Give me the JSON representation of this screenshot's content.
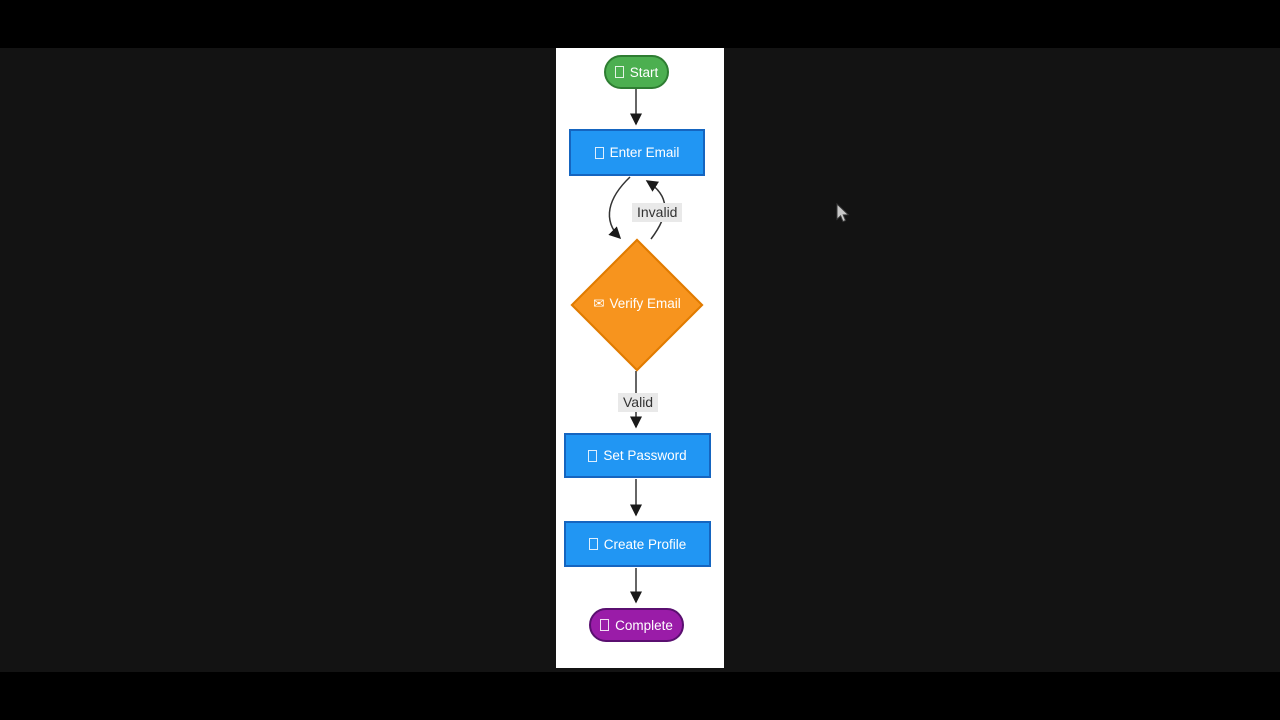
{
  "scene": {
    "description": "video frame showing a vertical flowchart on white canvas",
    "cursor_visible": true
  },
  "flowchart": {
    "nodes": {
      "start": {
        "label": "Start",
        "shape": "stadium",
        "fill": "#4caf50",
        "border": "#2e7d32",
        "icon": "missing-glyph-box"
      },
      "enter_email": {
        "label": "Enter Email",
        "shape": "rect",
        "fill": "#2196f3",
        "border": "#1565c0",
        "icon": "missing-glyph-box"
      },
      "verify_email": {
        "label": "Verify Email",
        "shape": "diamond",
        "fill": "#f7941e",
        "border": "#e07b00",
        "icon": "✉"
      },
      "set_password": {
        "label": "Set Password",
        "shape": "rect",
        "fill": "#2196f3",
        "border": "#1565c0",
        "icon": "missing-glyph-box"
      },
      "create_profile": {
        "label": "Create Profile",
        "shape": "rect",
        "fill": "#2196f3",
        "border": "#1565c0",
        "icon": "missing-glyph-box"
      },
      "complete": {
        "label": "Complete",
        "shape": "stadium",
        "fill": "#9a1ca8",
        "border": "#5a0f70",
        "icon": "missing-glyph-box"
      }
    },
    "edges": [
      {
        "from": "start",
        "to": "enter_email",
        "label": ""
      },
      {
        "from": "enter_email",
        "to": "verify_email",
        "label": ""
      },
      {
        "from": "verify_email",
        "to": "enter_email",
        "label": "Invalid"
      },
      {
        "from": "verify_email",
        "to": "set_password",
        "label": "Valid"
      },
      {
        "from": "set_password",
        "to": "create_profile",
        "label": ""
      },
      {
        "from": "create_profile",
        "to": "complete",
        "label": ""
      }
    ],
    "edge_labels": {
      "invalid": "Invalid",
      "valid": "Valid"
    },
    "edge_label_bg": "#e9e9e9",
    "line_color": "#333333"
  },
  "colors": {
    "letterbox": "#000000",
    "video_bg": "#131313",
    "canvas_bg": "#ffffff"
  }
}
